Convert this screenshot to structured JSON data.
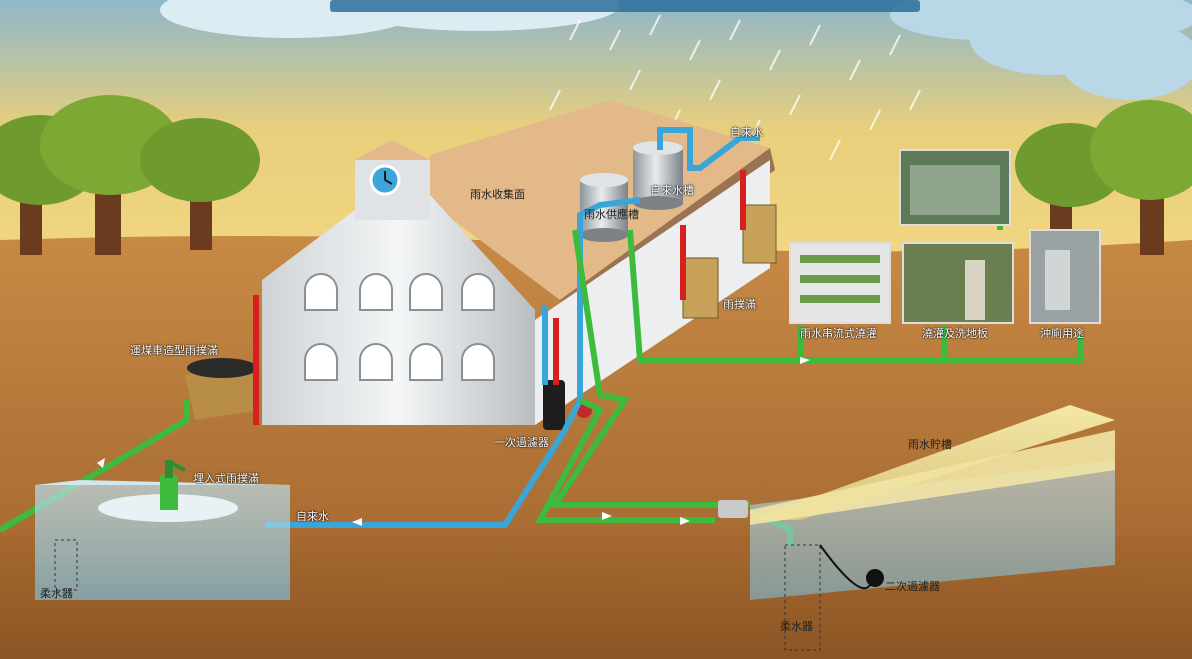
{
  "labels": {
    "rain_collection_surface": "雨水收集面",
    "tap_water_top": "自來水",
    "tap_water_tank": "自來水槽",
    "rain_supply_tank": "雨水供應槽",
    "rain_barrel": "雨撲滿",
    "coal_cart_barrel": "運煤車造型雨撲滿",
    "primary_filter": "一次過濾器",
    "buried_barrel": "埋入式雨撲滿",
    "tap_water_pipe": "自來水",
    "storage_tank": "雨水貯槽",
    "secondary_filter": "二次過濾器",
    "softener_left": "柔水器",
    "softener_right": "柔水器",
    "use_truck_irrigation": "雨水串流式澆灌",
    "use_irrigation_floor": "澆灌及洗地板",
    "use_toilet": "沖廁用途"
  },
  "icons": [
    "clock-icon",
    "hand-pump-icon",
    "float-ball-icon"
  ],
  "colors": {
    "rain_pipe": "#3dbb3d",
    "tap_pipe": "#3aa6d8",
    "downpipe": "#d62020"
  }
}
